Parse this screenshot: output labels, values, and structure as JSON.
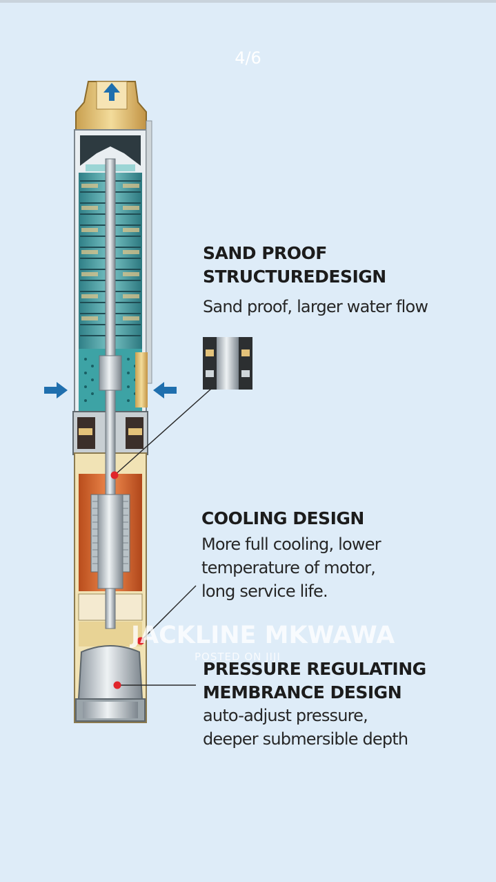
{
  "viewer": {
    "counter": "4/6"
  },
  "features": [
    {
      "title_line1": "SAND PROOF",
      "title_line2": "STRUCTUREDESIGN",
      "desc_line1": "Sand proof, larger water flow"
    },
    {
      "title_line1": "COOLING DESIGN",
      "desc_line1": "More full cooling, lower",
      "desc_line2": "temperature of motor,",
      "desc_line3": "long service life."
    },
    {
      "title_line1": "PRESSURE REGULATING",
      "title_line2": "MEMBRANCE DESIGN",
      "desc_line1": "auto-adjust pressure,",
      "desc_line2": "deeper submersible depth"
    }
  ],
  "watermark": {
    "name": "JACKLINE MKWAWA",
    "sub": "POSTED ON JIJI"
  },
  "colors": {
    "background": "#deecf8",
    "pointer_dot": "#e0252b",
    "arrow": "#1f6fae",
    "brass": "#e3c27a",
    "copper": "#d9662d",
    "teal": "#4aa2a8"
  },
  "icons": {
    "outflow": "arrow-up-icon",
    "inflow_left": "arrow-right-icon",
    "inflow_right": "arrow-left-icon"
  }
}
